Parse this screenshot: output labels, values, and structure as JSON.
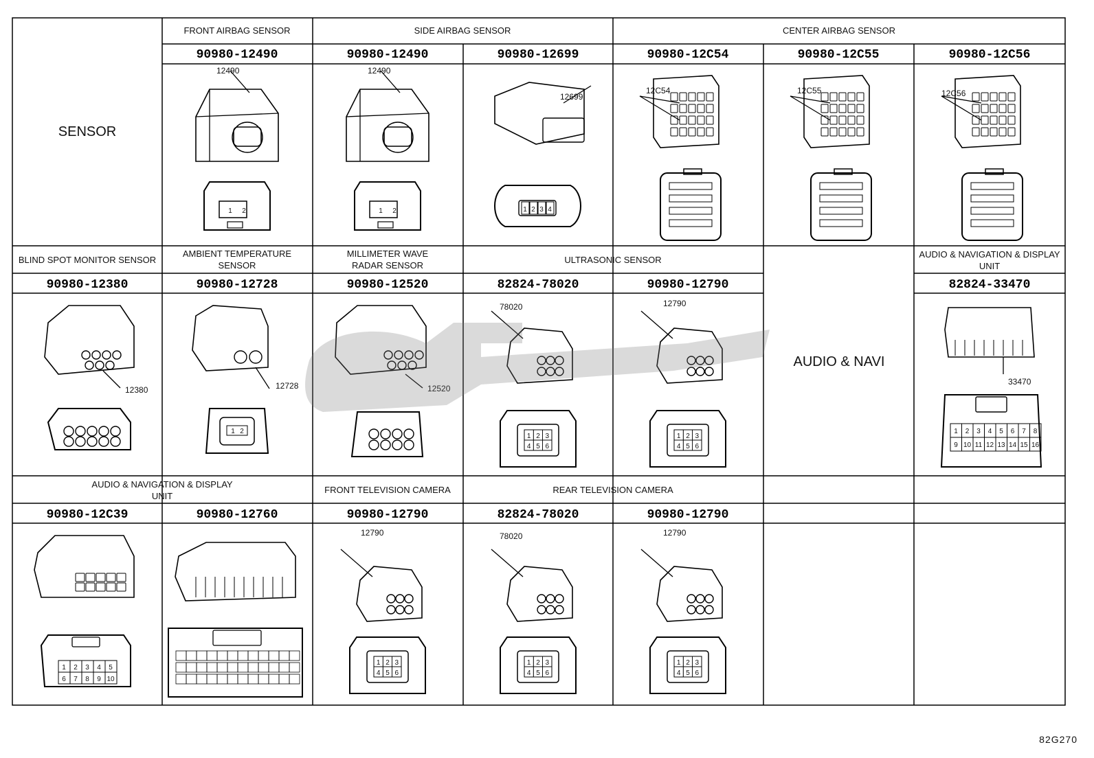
{
  "sheet_id": "82G270",
  "row1": {
    "left_label": "SENSOR",
    "front_airbag_title": "FRONT AIRBAG SENSOR",
    "side_airbag_title": "SIDE AIRBAG SENSOR",
    "center_airbag_title": "CENTER AIRBAG SENSOR",
    "parts": [
      "90980-12490",
      "90980-12490",
      "90980-12699",
      "90980-12C54",
      "90980-12C55",
      "90980-12C56"
    ],
    "callouts": [
      "12490",
      "12490",
      "12699",
      "12C54",
      "12C55",
      "12C56"
    ],
    "pins": [
      [
        "1",
        "2"
      ],
      [
        "1",
        "2"
      ],
      [
        "1",
        "2",
        "3",
        "4"
      ]
    ]
  },
  "row2": {
    "titles": [
      "BLIND SPOT MONITOR SENSOR",
      "AMBIENT TEMPERATURE",
      "SENSOR",
      "MILLIMETER WAVE",
      "RADAR SENSOR",
      "ULTRASONIC SENSOR",
      "AUDIO & NAVIGATION & DISPLAY",
      "UNIT"
    ],
    "parts": [
      "90980-12380",
      "90980-12728",
      "90980-12520",
      "82824-78020",
      "90980-12790",
      "82824-33470"
    ],
    "callouts": [
      "12380",
      "12728",
      "12520",
      "78020",
      "12790",
      "33470"
    ],
    "audio_navi": "AUDIO & NAVI",
    "pins_ambient": [
      "1",
      "2"
    ],
    "pins_ultra": [
      "1",
      "2",
      "3",
      "4",
      "5",
      "6"
    ],
    "pins_audio": [
      "1",
      "2",
      "3",
      "4",
      "5",
      "6",
      "7",
      "8",
      "9",
      "10",
      "11",
      "12",
      "13",
      "14",
      "15",
      "16"
    ]
  },
  "row3": {
    "titles": [
      "AUDIO & NAVIGATION & DISPLAY",
      "UNIT",
      "FRONT TELEVISION CAMERA",
      "REAR TELEVISION CAMERA"
    ],
    "parts": [
      "90980-12C39",
      "90980-12760",
      "90980-12790",
      "82824-78020",
      "90980-12790"
    ],
    "callouts": [
      "12790",
      "78020",
      "12790"
    ],
    "pins_c39": [
      "1",
      "2",
      "3",
      "4",
      "5",
      "6",
      "7",
      "8",
      "9",
      "10"
    ],
    "pins_6": [
      "1",
      "2",
      "3",
      "4",
      "5",
      "6"
    ]
  }
}
